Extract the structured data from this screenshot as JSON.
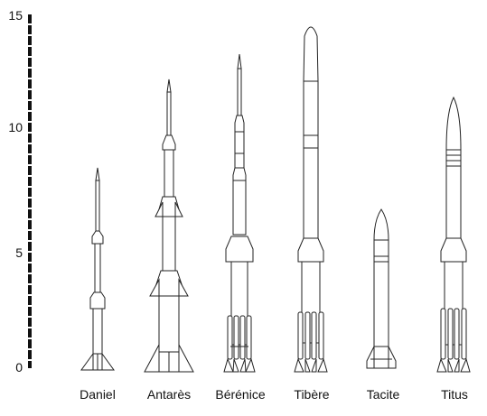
{
  "scale": {
    "ticks": [
      {
        "value": 0,
        "label": "0"
      },
      {
        "value": 5,
        "label": "5"
      },
      {
        "value": 10,
        "label": "10"
      },
      {
        "value": 15,
        "label": "15"
      }
    ],
    "max": 15
  },
  "rockets": [
    {
      "key": "daniel",
      "label": "Daniel",
      "height": 8.4
    },
    {
      "key": "antares",
      "label": "Antarès",
      "height": 12.1
    },
    {
      "key": "berenice",
      "label": "Bérénice",
      "height": 13.2
    },
    {
      "key": "tibere",
      "label": "Tibère",
      "height": 14.5
    },
    {
      "key": "tacite",
      "label": "Tacite",
      "height": 6.7
    },
    {
      "key": "titus",
      "label": "Titus",
      "height": 11.4
    }
  ]
}
